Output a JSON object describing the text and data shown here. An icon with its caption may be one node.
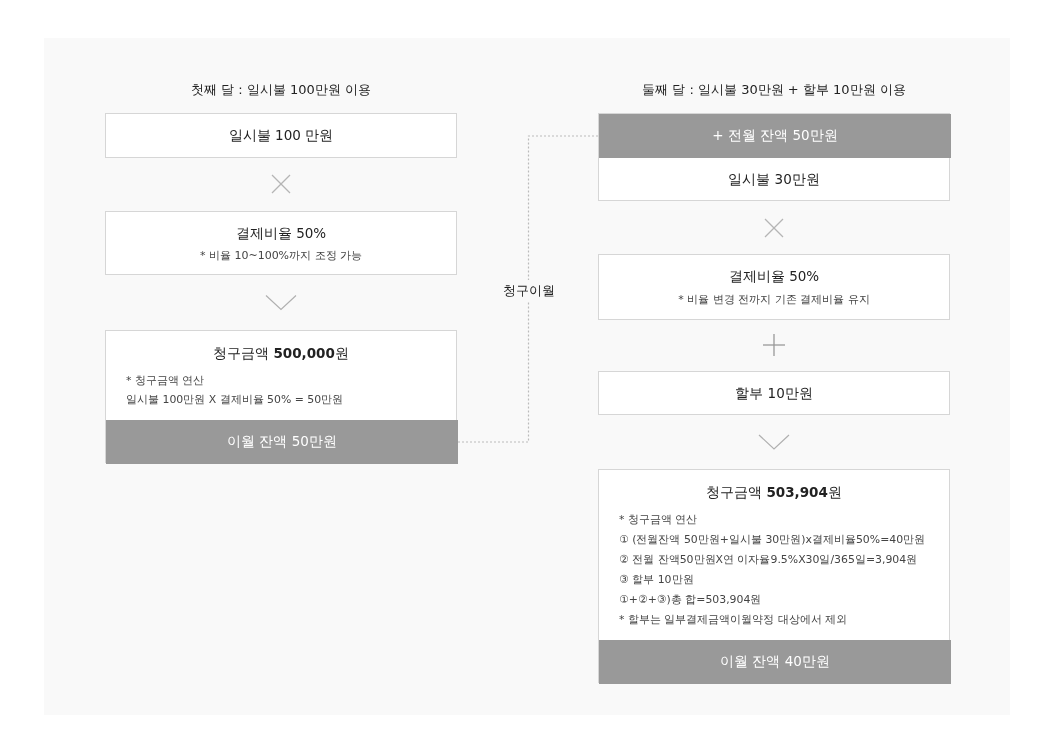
{
  "diagram": {
    "nodes": [
      {
        "text": [
          "일시불 100 만원"
        ]
      },
      {
        "text": [
          "결제비율 50%",
          "* 비율 10~100%까지 조정 가능"
        ]
      },
      {
        "text": [
          "청구금액 **500,000**원",
          "* 청구금액 연산",
          "일시불 100만원 X 결제비율 50% = 50만원"
        ]
      },
      {
        "text": [
          "이월 잔액 50만원"
        ],
        "in": 2
      },
      {
        "text": [
          "일시불 30만원"
        ]
      },
      {
        "text": [
          "+ 전월 잔액 50만원"
        ],
        "in": 4
      },
      {
        "text": [
          "결제비율 50%",
          "* 비율 변경 전까지 기존 결제비율 유지"
        ]
      },
      {
        "text": [
          "할부 10만원"
        ]
      },
      {
        "text": [
          "청구금액 **503,904**원",
          "* 청구금액 연산",
          "① (전월잔액 50만원+일시불 30만원)x결제비율50%=40만원",
          "② 전월 잔액50만원X연 이자율9.5%X30일/365일=3,904원",
          "③ 할부 10만원",
          "①+②+③)총 합=503,904원",
          "* 할부는 일부결제금액이월약정 대상에서 제외"
        ]
      },
      {
        "text": [
          "이월 잔액 40만원"
        ],
        "in": 8
      }
    ],
    "edges": [
      {
        "from": 1,
        "to": 2,
        "arrow": "to"
      },
      {
        "from": 3,
        "to": 5,
        "arrow": "none",
        "style": "dashed",
        "label": "청구이월"
      },
      {
        "from": 7,
        "to": 8,
        "arrow": "to"
      }
    ],
    "labels": [
      "첫째 달 : 일시불 100만원 이용",
      "둘째 달 : 일시불 30만원 + 할부 10만원 이용"
    ]
  }
}
